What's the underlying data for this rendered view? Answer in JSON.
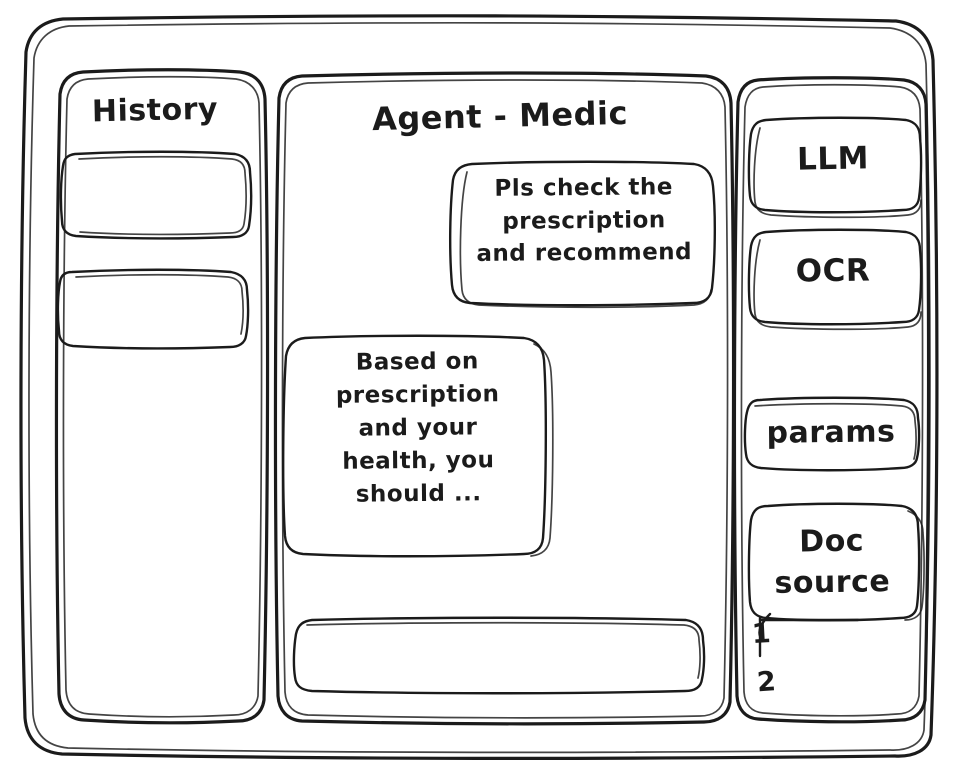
{
  "window": {
    "name": "agent-medic-wireframe"
  },
  "history_panel": {
    "title": "History",
    "items": [
      {
        "label": ""
      },
      {
        "label": ""
      }
    ]
  },
  "agent_panel": {
    "title": "Agent - Medic",
    "messages": [
      {
        "role": "user",
        "text": "Pls check the\nprescription\nand recommend"
      },
      {
        "role": "assistant",
        "text": "Based on\nprescription\nand your\nhealth, you\nshould ..."
      }
    ],
    "composer": {
      "value": "",
      "placeholder": ""
    }
  },
  "tools_panel": {
    "buttons": [
      {
        "label": "LLM"
      },
      {
        "label": "OCR"
      },
      {
        "label": "params"
      }
    ],
    "doc_source": {
      "label": "Doc\nsource",
      "entries": [
        {
          "label": "1"
        },
        {
          "label": "2"
        }
      ]
    }
  },
  "style": {
    "ink": "#1b1b1b",
    "paper": "#ffffff"
  }
}
